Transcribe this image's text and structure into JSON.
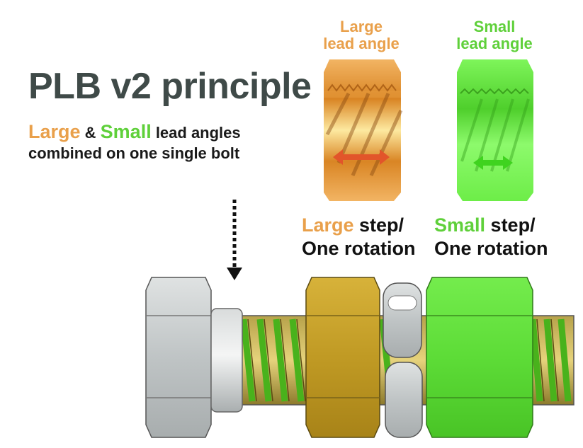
{
  "title": "PLB v2 principle",
  "subtitle": {
    "large_word": "Large",
    "amp": " & ",
    "small_word": "Small",
    "line1_rest": " lead angles",
    "line2": "combined on one single bolt"
  },
  "large_panel": {
    "title_line1": "Large",
    "title_line2": "lead angle",
    "step_word": "Large",
    "step_rest": " step/",
    "rotation": "One rotation"
  },
  "small_panel": {
    "title_line1": "Small",
    "title_line2": "lead angle",
    "step_word": "Small",
    "step_rest": " step/",
    "rotation": "One rotation"
  },
  "colors": {
    "orange_accent": "#e9a04b",
    "green_accent": "#5fd03a",
    "title_gray": "#3f4a48",
    "large_nut": "#c9a22a",
    "small_nut": "#62e040",
    "bolt_head": "#c7cbcc"
  },
  "icons": {
    "pointer_arrow": "dotted-down-arrow-icon",
    "large_step_arrow": "double-arrow-icon",
    "small_step_arrow": "double-arrow-icon"
  }
}
